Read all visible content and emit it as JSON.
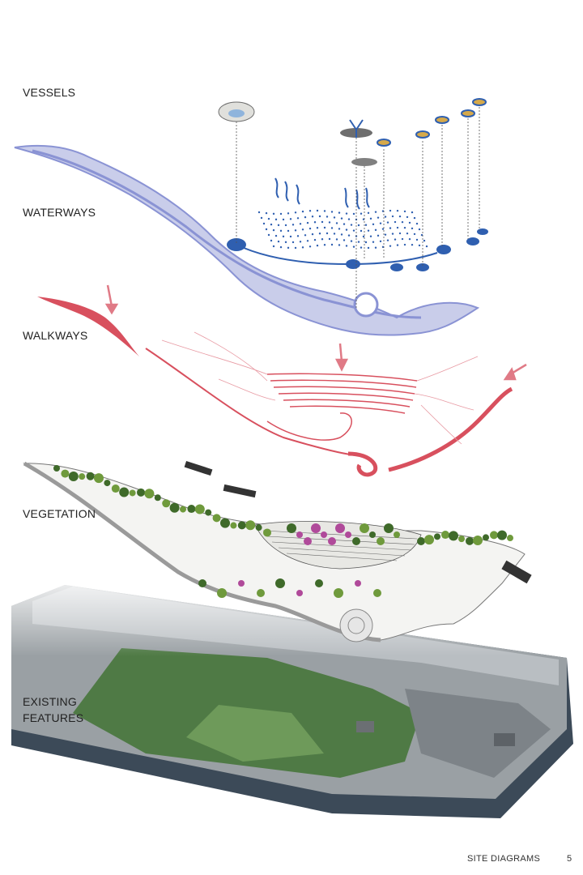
{
  "layers": [
    {
      "id": "vessels",
      "lines": [
        "VESSELS"
      ]
    },
    {
      "id": "waterways",
      "lines": [
        "WATERWAYS"
      ]
    },
    {
      "id": "walkways",
      "lines": [
        "WALKWAYS"
      ]
    },
    {
      "id": "vegetation",
      "lines": [
        "VEGETATION"
      ]
    },
    {
      "id": "existing-features",
      "lines": [
        "EXISTING",
        "FEATURES"
      ]
    }
  ],
  "footer": {
    "section_title": "SITE DIAGRAMS",
    "page_number": "5"
  },
  "colors": {
    "water_light": "#c9cdea",
    "water_mid": "#8a93d4",
    "water_dark": "#2f5fb0",
    "walkway": "#d8505e",
    "walkway_light": "#f2b7be",
    "tree": "#6f9a3c",
    "tree_dark": "#3f6a2a",
    "blossom": "#b04a9a",
    "aerial_green": "#4f7a45",
    "aerial_gray": "#9aa0a4",
    "aerial_edge": "#3c4a58"
  }
}
